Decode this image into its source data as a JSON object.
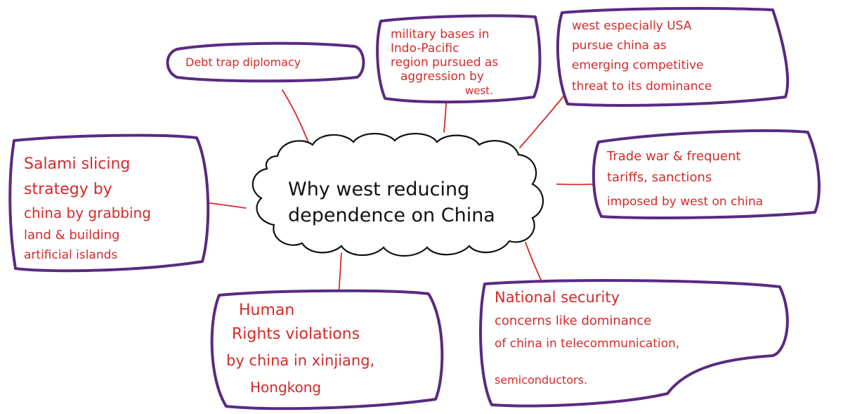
{
  "center": {
    "lines": [
      "Why west reducing",
      "dependence on China"
    ]
  },
  "nodes": {
    "debt_trap": {
      "lines": [
        "Debt trap diplomacy"
      ]
    },
    "military_bases": {
      "lines": [
        "military bases in",
        "Indo-Pacific",
        "region pursued as",
        "aggression by",
        "west."
      ]
    },
    "west_usa": {
      "lines": [
        "west especially USA",
        "pursue china as",
        "emerging competitive",
        "threat to its dominance"
      ]
    },
    "salami": {
      "lines": [
        "Salami slicing",
        "strategy by",
        "china by grabbing",
        "land & building",
        "artificial islands"
      ]
    },
    "trade_war": {
      "lines": [
        "Trade war & frequent",
        "tariffs, sanctions",
        "imposed by west on china"
      ]
    },
    "human_rights": {
      "lines": [
        "Human",
        "Rights violations",
        "by china in xinjiang,",
        "Hongkong"
      ]
    },
    "national_security": {
      "lines": [
        "National security",
        "concerns like dominance",
        "of china in telecommunication,",
        "semiconductors."
      ]
    }
  },
  "colors": {
    "box_border": "#5a2a82",
    "node_text": "#d42a2a",
    "connector": "#d42a2a",
    "center_text": "#111111"
  }
}
